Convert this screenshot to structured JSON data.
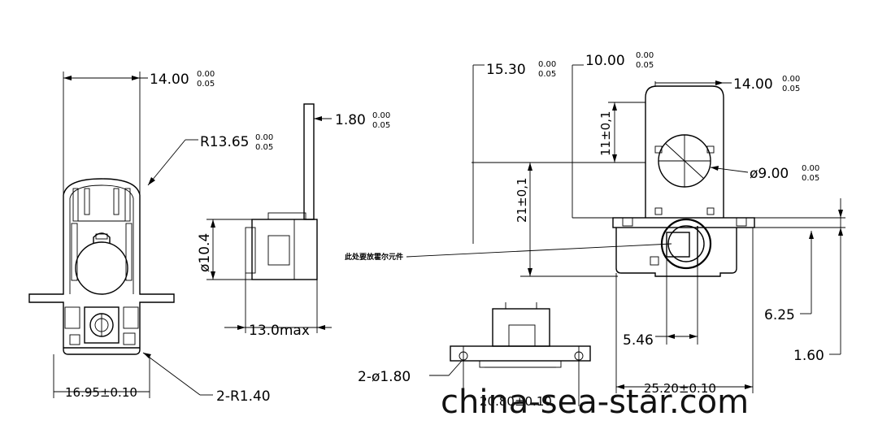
{
  "dimensions": {
    "front_width": {
      "value": "14.00",
      "tol_upper": "0.00",
      "tol_lower": "0.05"
    },
    "radius": {
      "value": "R13.65",
      "tol_upper": "0.00",
      "tol_lower": "0.05"
    },
    "front_base": "16.95±0.10",
    "corner_radius": "2-R1.40",
    "side_thickness": {
      "value": "1.80",
      "tol_upper": "0.00",
      "tol_lower": "0.05"
    },
    "side_dia": "ø10.4",
    "side_depth": "13.0max",
    "top_15": {
      "value": "15.30",
      "tol_upper": "0.00",
      "tol_lower": "0.05"
    },
    "top_10": {
      "value": "10.00",
      "tol_upper": "0.00",
      "tol_lower": "0.05"
    },
    "top_14": {
      "value": "14.00",
      "tol_upper": "0.00",
      "tol_lower": "0.05"
    },
    "height_11": "11±0,1",
    "height_21": "21±0,1",
    "hole_dia": {
      "value": "ø9.00",
      "tol_upper": "0.00",
      "tol_lower": "0.05"
    },
    "dim_625": "6.25",
    "dim_546": "5.46",
    "dim_160": "1.60",
    "width_2520": "25.20±0.10",
    "pins_dia": "2-ø1.80",
    "pitch_2080": "20.80±0.10"
  },
  "annotation_cn": "此处要放霍尔元件",
  "watermark": "china-sea-star.com"
}
